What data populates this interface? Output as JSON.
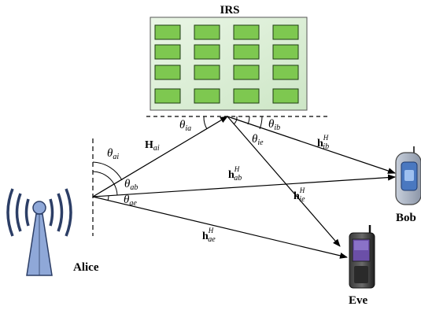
{
  "nodes": {
    "irs": "IRS",
    "alice": "Alice",
    "bob": "Bob",
    "eve": "Eve"
  },
  "angles": {
    "ai": {
      "sym": "θ",
      "sub": "ai"
    },
    "ab": {
      "sym": "θ",
      "sub": "ab"
    },
    "ae": {
      "sym": "θ",
      "sub": "ae"
    },
    "ia": {
      "sym": "θ",
      "sub": "ia"
    },
    "ib": {
      "sym": "θ",
      "sub": "ib"
    },
    "ie": {
      "sym": "θ",
      "sub": "ie"
    }
  },
  "channels": {
    "H_ai": {
      "sym": "H",
      "sub": "ai",
      "sup": ""
    },
    "h_ib": {
      "sym": "h",
      "sub": "ib",
      "sup": "H"
    },
    "h_ab": {
      "sym": "h",
      "sub": "ab",
      "sup": "H"
    },
    "h_ie": {
      "sym": "h",
      "sub": "ie",
      "sup": "H"
    },
    "h_ae": {
      "sym": "h",
      "sub": "ae",
      "sup": "H"
    }
  },
  "colors": {
    "irs_panel": "#dcefd9",
    "irs_element": "#7ec850",
    "irs_element_border": "#1f3d14",
    "tower": "#8fa8d8",
    "tower_border": "#2c3e66"
  }
}
